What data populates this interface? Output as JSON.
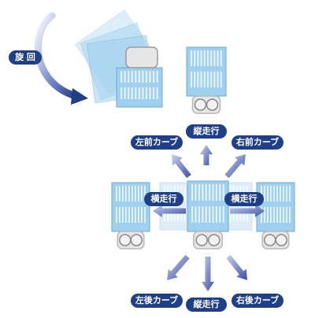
{
  "labels": {
    "rotate": "旋 回",
    "forward_top": "縦走行",
    "left_front_curve": "左前カーブ",
    "right_front_curve": "右前カーブ",
    "lateral_left": "横走行",
    "lateral_right": "横走行",
    "left_rear_curve": "左後カーブ",
    "backward_bottom": "縦走行",
    "right_rear_curve": "右後カーブ"
  },
  "colors": {
    "label_bg": "#1f3f86",
    "label_text": "#ffffff",
    "arrow": "#3d4fa3",
    "panel_fill": "#9fd0ef",
    "panel_stripe": "#e9f5fc",
    "ghost_fill": "#d6ebf7",
    "undercarriage": "#b8b8b8"
  },
  "icons": {
    "rotate_arrow": "curved-arrow-icon",
    "direction_arrow": "arrow-icon"
  }
}
